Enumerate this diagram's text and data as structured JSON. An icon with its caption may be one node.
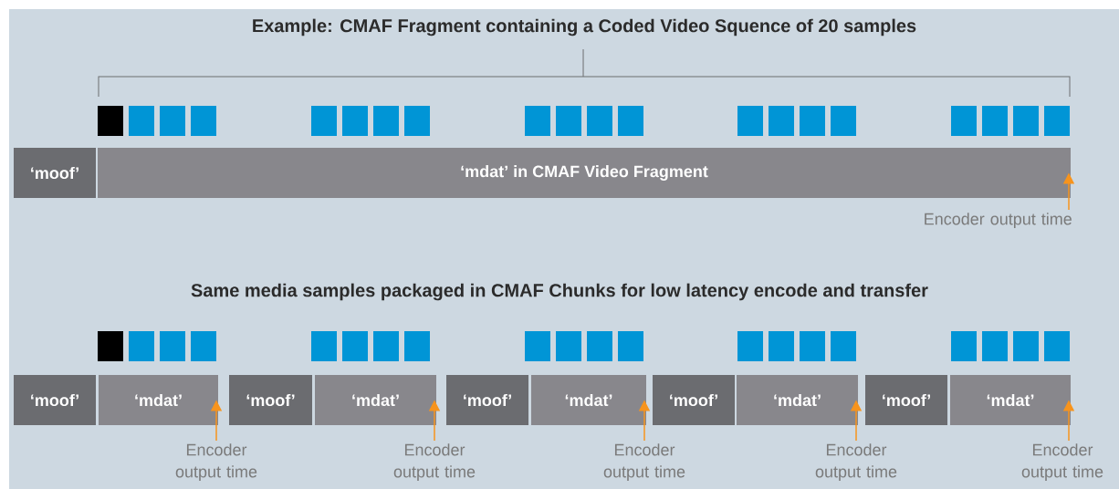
{
  "diagram": {
    "title": "Example: CMAF Fragment containing a Coded Video Squence of 20 samples",
    "nodes": [
      {
        "text": [
          "‘moof’"
        ]
      },
      {
        "text": [
          "‘mdat’ in CMAF Video Fragment"
        ]
      },
      {
        "text": [
          "Encoder output time"
        ]
      },
      {
        "text": [
          "‘moof’"
        ]
      },
      {
        "text": [
          "‘mdat’"
        ]
      },
      {
        "text": [
          "‘moof’"
        ]
      },
      {
        "text": [
          "‘mdat’"
        ]
      },
      {
        "text": [
          "‘moof’"
        ]
      },
      {
        "text": [
          "‘mdat’"
        ]
      },
      {
        "text": [
          "‘moof’"
        ]
      },
      {
        "text": [
          "‘mdat’"
        ]
      },
      {
        "text": [
          "‘moof’"
        ]
      },
      {
        "text": [
          "‘mdat’"
        ]
      },
      {
        "text": [
          "Encoder output time"
        ]
      },
      {
        "text": [
          "Encoder output time"
        ]
      },
      {
        "text": [
          "Encoder output time"
        ]
      },
      {
        "text": [
          "Encoder output time"
        ]
      },
      {
        "text": [
          "Encoder output time"
        ]
      }
    ],
    "edges": [
      {
        "from": 2,
        "to": 1,
        "arrow": "to"
      },
      {
        "from": 13,
        "to": 4,
        "arrow": "to"
      },
      {
        "from": 14,
        "to": 6,
        "arrow": "to"
      },
      {
        "from": 15,
        "to": 8,
        "arrow": "to"
      },
      {
        "from": 16,
        "to": 10,
        "arrow": "to"
      },
      {
        "from": 17,
        "to": 12,
        "arrow": "to"
      }
    ],
    "labels": [
      "Same media samples packaged in CMAF Chunks for low latency encode and transfer"
    ]
  }
}
